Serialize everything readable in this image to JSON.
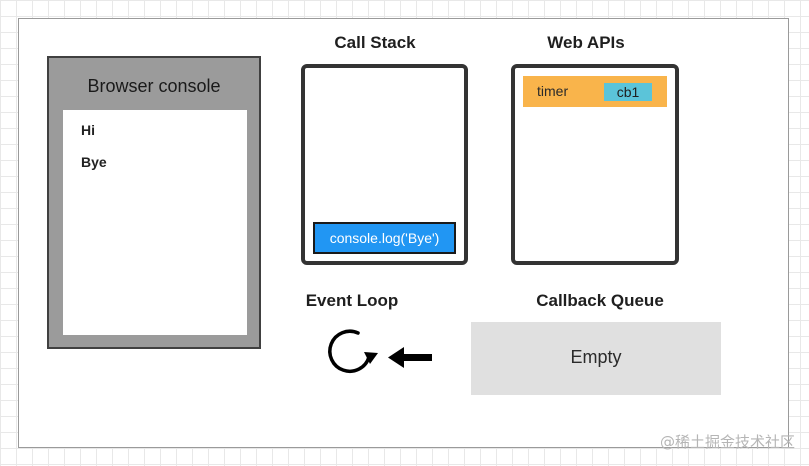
{
  "console": {
    "title": "Browser console",
    "lines": [
      "Hi",
      "Bye"
    ]
  },
  "call_stack": {
    "title": "Call Stack",
    "frames": [
      "console.log('Bye')"
    ]
  },
  "web_apis": {
    "title": "Web APIs",
    "timer_label": "timer",
    "callback_label": "cb1"
  },
  "event_loop": {
    "title": "Event Loop",
    "icon": "loop-arrow-icon",
    "arrow_icon": "left-arrow-icon"
  },
  "callback_queue": {
    "title": "Callback Queue",
    "status": "Empty"
  },
  "watermark": "@稀土掘金技术社区",
  "colors": {
    "console_shell": "#9b9b9b",
    "stack_frame": "#2196f3",
    "timer": "#f9b44b",
    "callback_chip": "#5bc4d9",
    "queue": "#e0e0e0"
  }
}
